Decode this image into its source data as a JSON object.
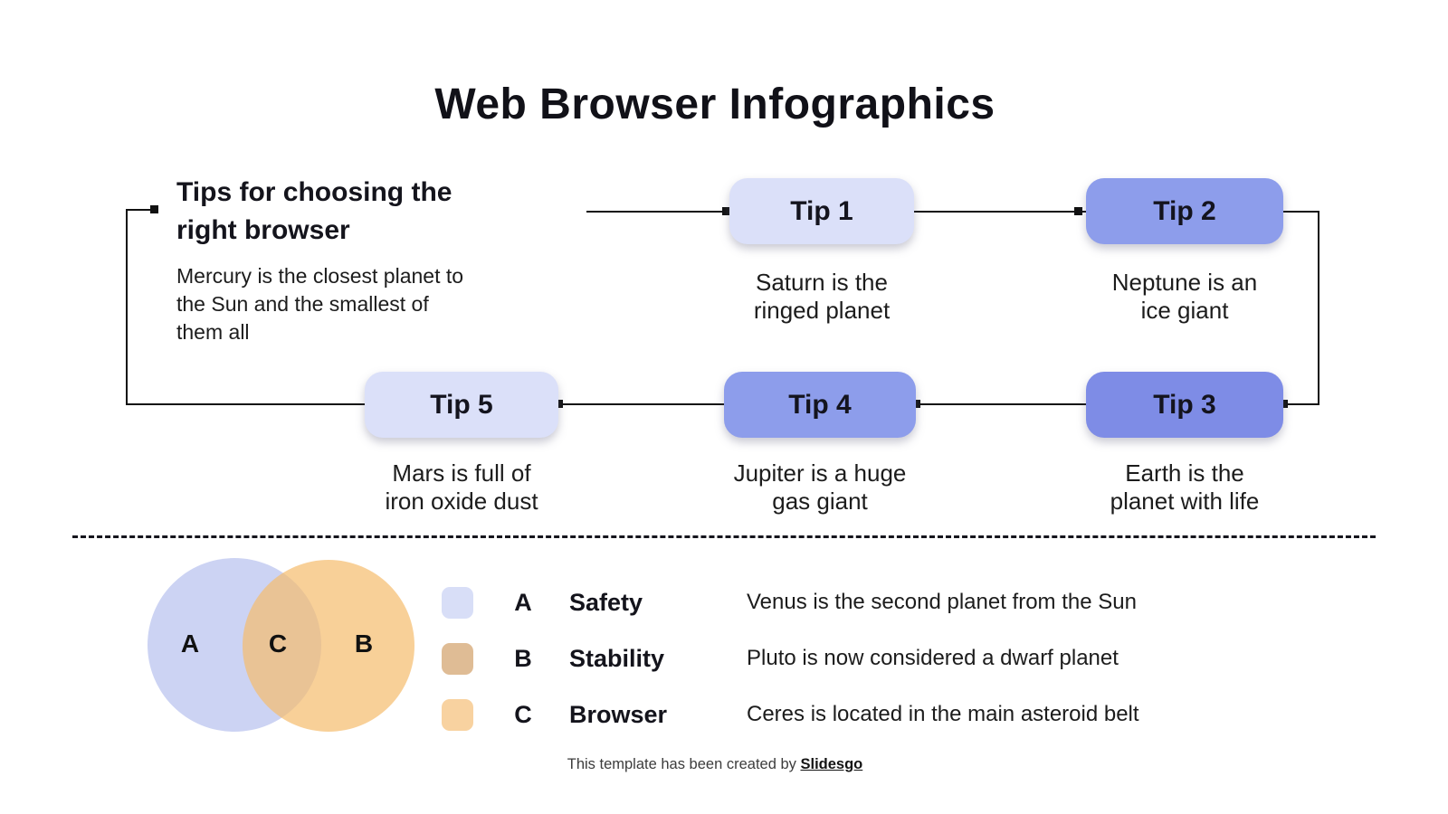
{
  "title": "Web Browser Infographics",
  "intro": {
    "heading": "Tips for choosing the\nright browser",
    "body": "Mercury is the closest planet to\nthe Sun and the smallest of\nthem all"
  },
  "tips": [
    {
      "label": "Tip 1",
      "caption": "Saturn is the\nringed planet",
      "color": "#DBE0F9"
    },
    {
      "label": "Tip 2",
      "caption": "Neptune is an\nice giant",
      "color": "#8D9DEB"
    },
    {
      "label": "Tip 3",
      "caption": "Earth is the\nplanet with life",
      "color": "#7E8CE6"
    },
    {
      "label": "Tip 4",
      "caption": "Jupiter is a huge\ngas giant",
      "color": "#8D9DEB"
    },
    {
      "label": "Tip 5",
      "caption": "Mars is full of\niron oxide dust",
      "color": "#DBE0F9"
    }
  ],
  "venn": {
    "left_label": "A",
    "overlap_label": "C",
    "right_label": "B",
    "left_color": "#CCD3F3",
    "right_color": "#F5BC6C"
  },
  "legend": {
    "rows": [
      {
        "letter": "A",
        "label": "Safety",
        "swatch_color": "#D8DEF7",
        "description": "Venus is the second planet from the Sun"
      },
      {
        "letter": "B",
        "label": "Stability",
        "swatch_color": "#DFBC95",
        "description": "Pluto is now considered a dwarf planet"
      },
      {
        "letter": "C",
        "label": "Browser",
        "swatch_color": "#F8D2A0",
        "description": "Ceres is located in the main asteroid belt"
      }
    ]
  },
  "footer": {
    "text": "This template has been created by ",
    "brand": "Slidesgo"
  },
  "colors": {
    "connector": "#111111"
  }
}
